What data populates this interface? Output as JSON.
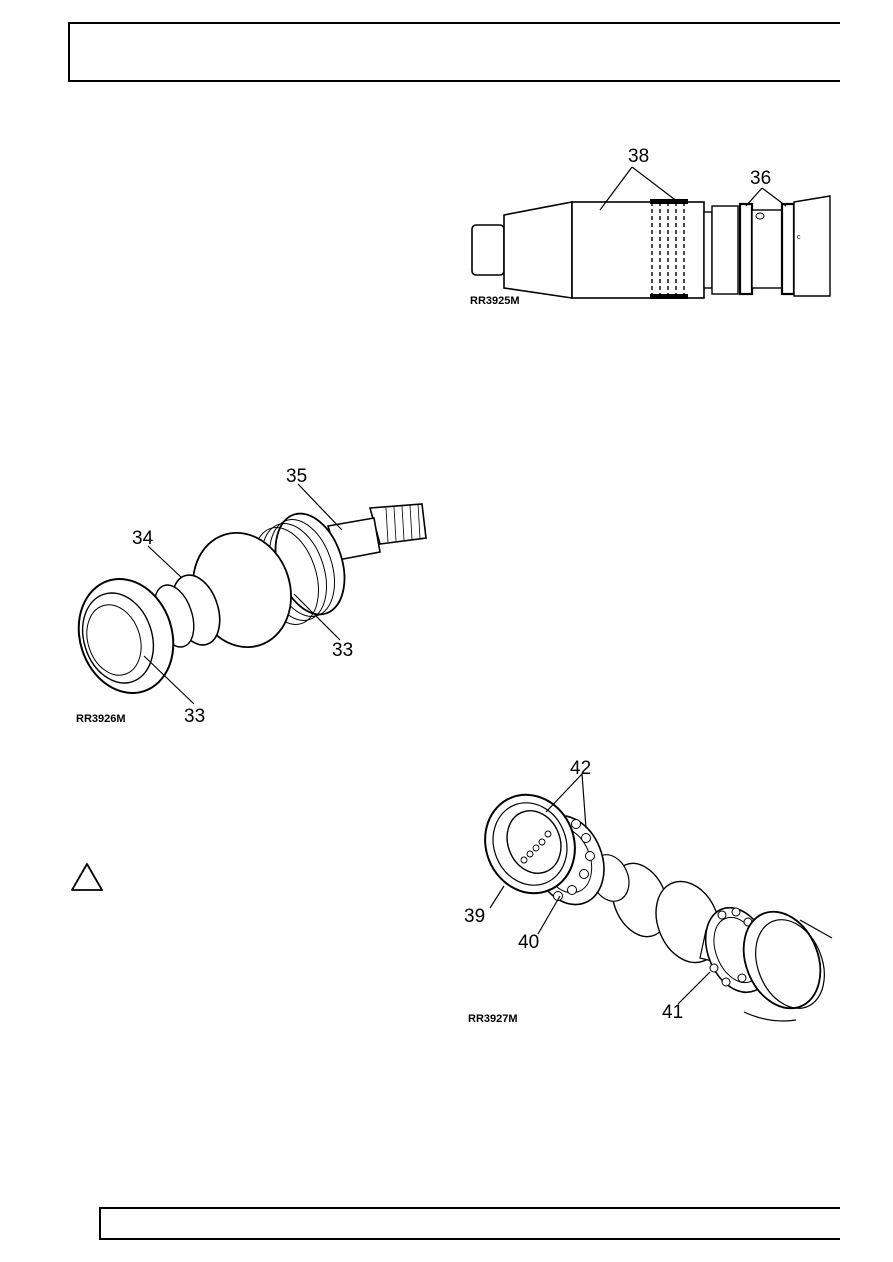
{
  "figures": {
    "fig_top": {
      "ref": "RR3925M",
      "callouts": [
        "38",
        "36"
      ]
    },
    "fig_left": {
      "ref": "RR3926M",
      "callouts": [
        "35",
        "34",
        "33",
        "33"
      ]
    },
    "fig_bottom": {
      "ref": "RR3927M",
      "callouts": [
        "42",
        "39",
        "40",
        "41"
      ]
    }
  },
  "icons": {
    "warning": "caution-triangle-icon"
  }
}
